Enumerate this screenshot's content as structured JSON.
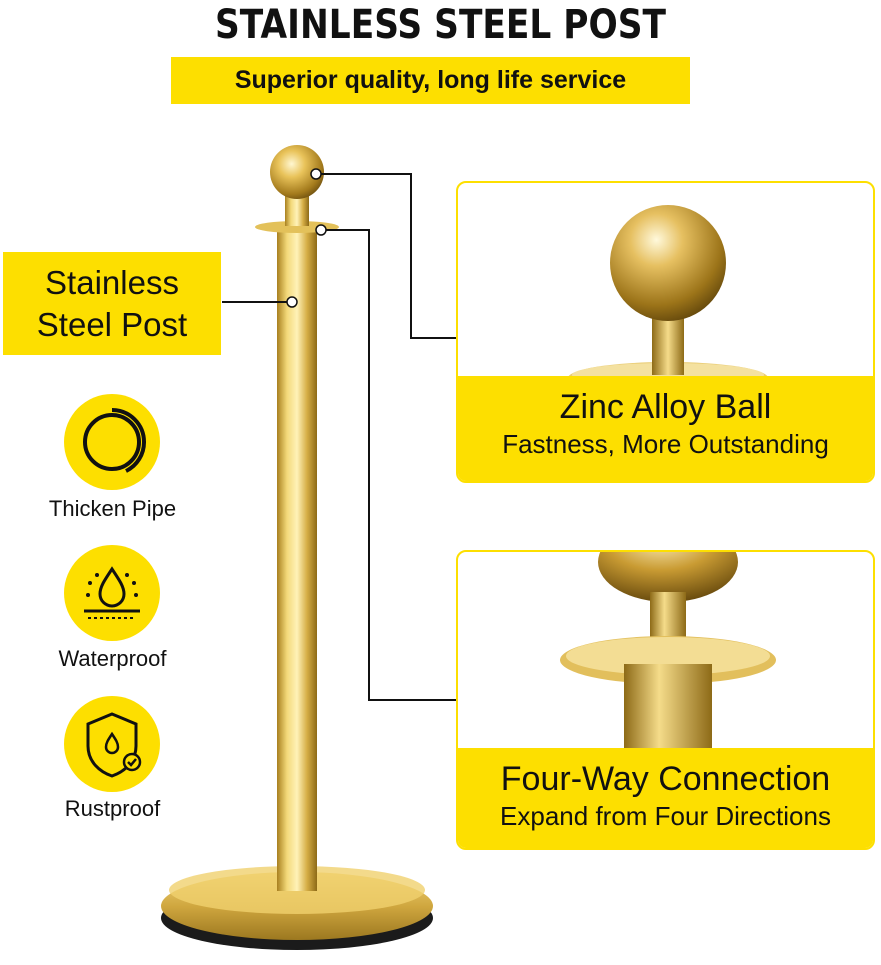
{
  "header": {
    "title": "STAINLESS STEEL POST",
    "subtitle": "Superior quality, long life service"
  },
  "post_label": {
    "line1": "Stainless",
    "line2": "Steel Post"
  },
  "features": [
    {
      "icon": "thick-pipe-icon",
      "label": "Thicken Pipe"
    },
    {
      "icon": "water-drop-icon",
      "label": "Waterproof"
    },
    {
      "icon": "shield-drop-icon",
      "label": "Rustproof"
    }
  ],
  "callouts": [
    {
      "title": "Zinc Alloy Ball",
      "text": "Fastness, More Outstanding"
    },
    {
      "title": "Four-Way Connection",
      "text": "Expand from Four Directions"
    }
  ],
  "colors": {
    "accent": "#fddf00",
    "gold": "#d9b64a",
    "text": "#111111"
  }
}
